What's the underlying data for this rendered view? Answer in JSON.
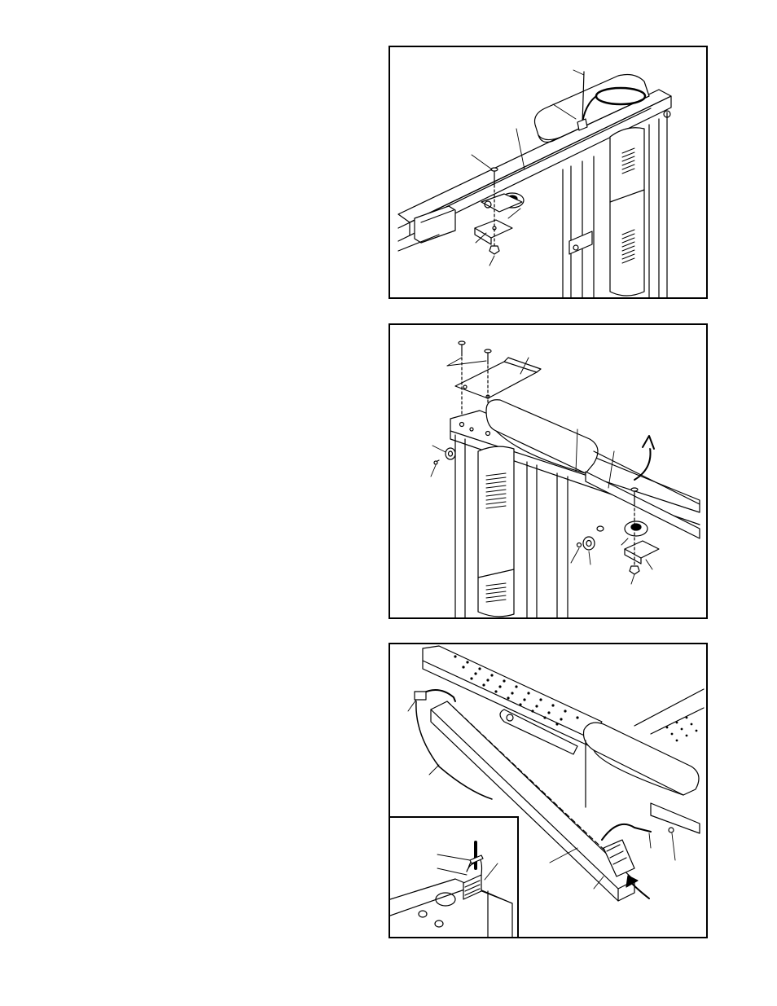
{
  "figures": [
    {
      "id": "figure-1",
      "description_labels": []
    },
    {
      "id": "figure-2",
      "description_labels": []
    },
    {
      "id": "figure-3",
      "description_labels": []
    }
  ],
  "colors": {
    "line": "#000000",
    "background": "#ffffff",
    "shade": "#d9d9d9"
  }
}
